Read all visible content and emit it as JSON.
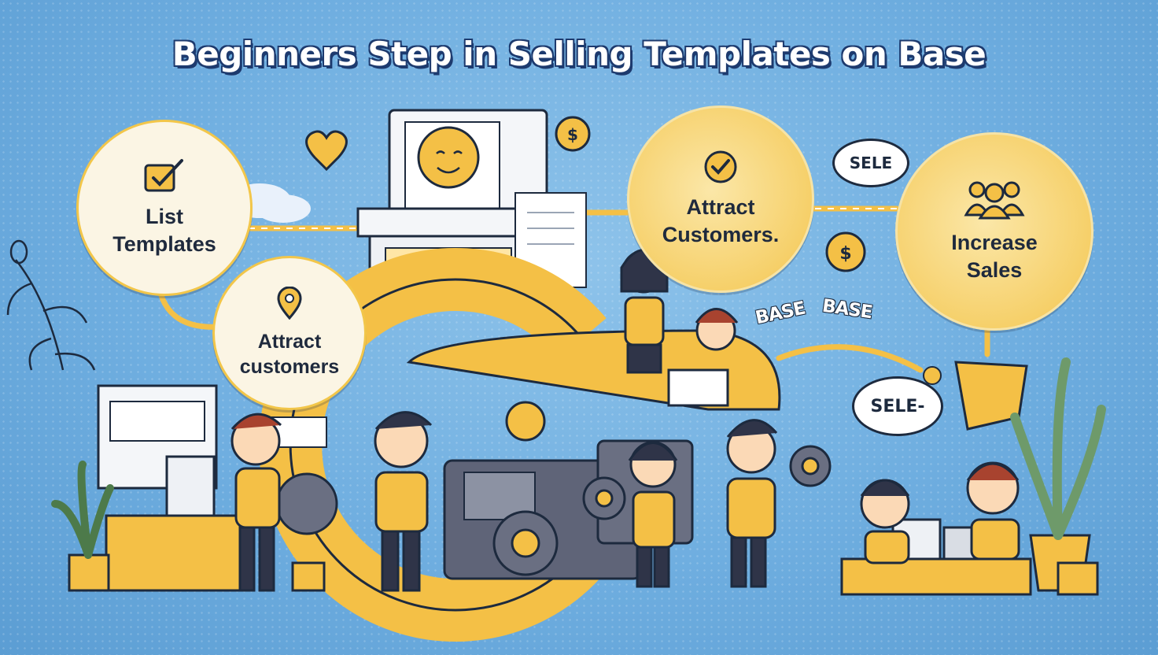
{
  "title": "Beginners Step in Selling Templates on Base",
  "steps": [
    {
      "label_1": "List",
      "label_2": "Templates",
      "icon": "checkbox-icon"
    },
    {
      "label_1": "Attract",
      "label_2": "customers",
      "icon": "location-pin-icon"
    },
    {
      "label_1": "Attract",
      "label_2": "Customers.",
      "icon": "checkmark-icon"
    },
    {
      "label_1": "Increase",
      "label_2": "Sales",
      "icon": "people-icon"
    }
  ],
  "speech": {
    "top": "SELE",
    "bottom": "SELE-"
  },
  "badges": {
    "a": "BASE",
    "b": "BASE"
  },
  "colors": {
    "background": "#6faee0",
    "accent": "#f4c046",
    "outline": "#1d2a3e",
    "machine": "#5f6478"
  }
}
